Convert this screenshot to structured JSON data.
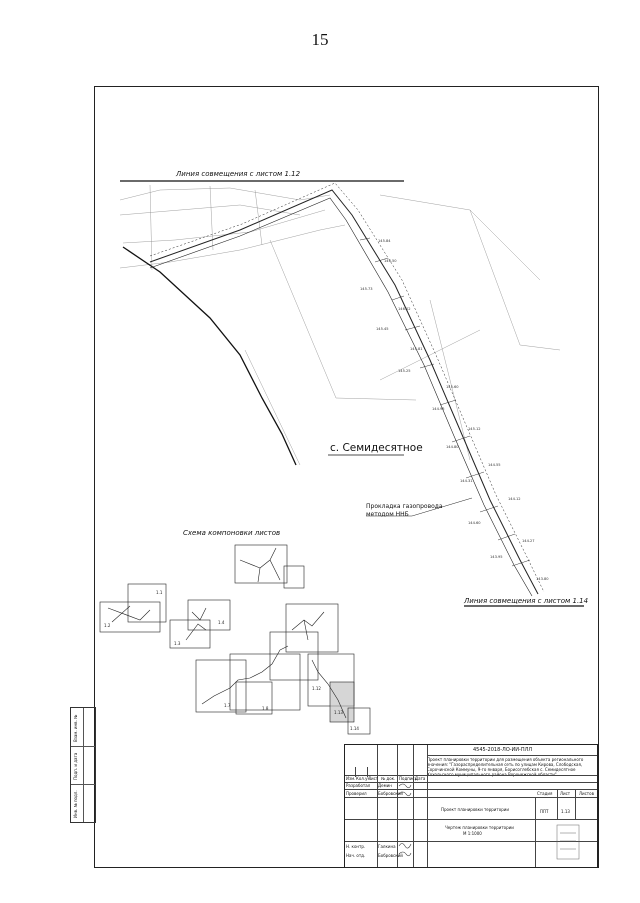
{
  "page_number": "15",
  "map": {
    "match_line_top": "Линия совмещения с листом 1.12",
    "match_line_bottom": "Линия совмещения с листом 1.14",
    "village": "с. Семидесятное",
    "pipeline_label": [
      "Прокладка газопровода",
      "методом ННБ"
    ],
    "scheme_title": "Схема компоновки листов",
    "sheet_labels": [
      "1.1",
      "1.2",
      "1.3",
      "1.4",
      "1.7",
      "1.8",
      "1.12",
      "1.13",
      "1.14"
    ],
    "elevations": [
      "145.84",
      "146.50",
      "145.73",
      "146.02",
      "145.45",
      "145.81",
      "145.25",
      "145.60",
      "144.95",
      "145.12",
      "144.80",
      "144.55",
      "144.31",
      "144.12",
      "144.60",
      "144.27",
      "143.95",
      "143.80"
    ]
  },
  "stamp": {
    "cells": [
      "Взам. инв. №",
      "Подп. и дата",
      "Инв. № подл."
    ]
  },
  "title_block": {
    "code": "4545-2018-ЛО-ИИ-ПЛЛ",
    "title": "Проект планировки территории для размещения объекта регионального значения: \"Газораспределительная сеть по улицам Кирова, Слободская, Сорочинской Коммуны, 9-го января, Борисоглебская с. Семидесятное Хохольского муниципального района Воронежской области\"",
    "head_cols": [
      "Изм.",
      "Кол.уч.",
      "Лист",
      "№ док.",
      "Подпись",
      "Дата"
    ],
    "roles": [
      "Разработал",
      "Проверил",
      "Н. контр.",
      "Нач. отд."
    ],
    "names": [
      "Демин",
      "Бобровский",
      "Галкина",
      "Бобровский"
    ],
    "stage_head": [
      "Стадия",
      "Лист",
      "Листов"
    ],
    "stage": [
      "ППТ",
      "1.13",
      ""
    ],
    "section_name": "Проект планировки территории",
    "drawing_name": [
      "Чертеж планировки территории",
      "М 1:1000"
    ]
  }
}
